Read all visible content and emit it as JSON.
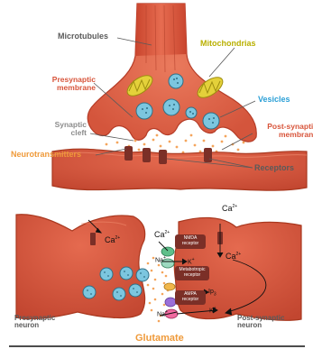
{
  "top_diagram": {
    "microtubules": "Microtubules",
    "mitochondrias": "Mitochondrias",
    "presynaptic_membrane": [
      "Presynaptic",
      "membrane"
    ],
    "vesicles": "Vesicles",
    "synaptic_cleft": [
      "Synaptic",
      "cleft"
    ],
    "postsynaptic_membrane": [
      "Post-synaptic",
      "membrane"
    ],
    "neurotransmitters": "Neurotransmitters",
    "receptors": "Receptors"
  },
  "bottom_diagram": {
    "ca_left": "Ca",
    "ca_top_mid": "Ca",
    "ca_top_right": "Ca",
    "ca_right_inside": "Ca",
    "charge": "2+",
    "na_top": "Na",
    "na_bottom": "Na",
    "plus": "+",
    "k_top": "K",
    "k_bottom": "K",
    "ip3_base": "Ip",
    "ip3_sub": "3",
    "receptors": [
      [
        "NMDA",
        "receptor"
      ],
      [
        "Metabotropic",
        "receptor"
      ],
      [
        "AMPA",
        "receptor"
      ]
    ],
    "presynaptic_neuron": [
      "Presynaptic",
      "neuron"
    ],
    "postsynaptic_neuron": [
      "Post-synaptic",
      "neuron"
    ],
    "glutamate": "Glutamate"
  },
  "colors": {
    "neuron_fill": "#e2644a",
    "neuron_dark": "#c0432d",
    "vesicle": "#7cc6df",
    "mitochondria": "#e4d13a",
    "neurotransmitter": "#f4a55c",
    "receptor": "#7b2f27"
  }
}
